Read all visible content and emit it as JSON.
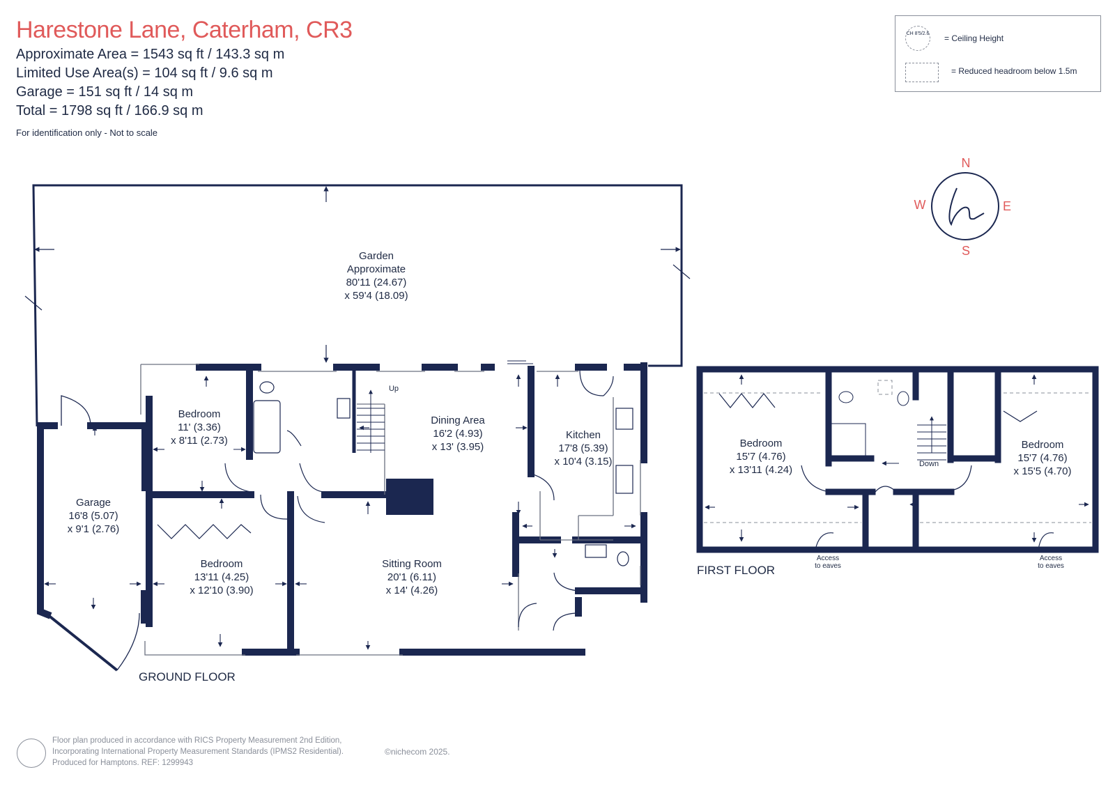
{
  "header": {
    "title": "Harestone Lane, Caterham, CR3",
    "approx_area": "Approximate Area = 1543 sq ft / 143.3 sq m",
    "limited_use": "Limited Use Area(s) = 104 sq ft / 9.6 sq m",
    "garage": "Garage = 151 sq ft / 14 sq m",
    "total": "Total = 1798 sq ft / 166.9 sq m",
    "note": "For identification only - Not to scale"
  },
  "legend": {
    "ch_badge": "CH 8'5/2.6",
    "ceiling_height": "= Ceiling Height",
    "reduced_headroom": "= Reduced headroom below 1.5m"
  },
  "compass": {
    "n": "N",
    "s": "S",
    "e": "E",
    "w": "W"
  },
  "rooms": {
    "garden": {
      "name": "Garden",
      "line2": "Approximate",
      "dim1": "80'11 (24.67)",
      "dim2": "x 59'4 (18.09)"
    },
    "garage": {
      "name": "Garage",
      "dim1": "16'8 (5.07)",
      "dim2": "x 9'1 (2.76)"
    },
    "bedroom1": {
      "name": "Bedroom",
      "dim1": "11' (3.36)",
      "dim2": "x 8'11 (2.73)"
    },
    "bedroom2": {
      "name": "Bedroom",
      "dim1": "13'11 (4.25)",
      "dim2": "x 12'10 (3.90)"
    },
    "dining": {
      "name": "Dining Area",
      "dim1": "16'2 (4.93)",
      "dim2": "x 13' (3.95)"
    },
    "kitchen": {
      "name": "Kitchen",
      "dim1": "17'8 (5.39)",
      "dim2": "x 10'4 (3.15)"
    },
    "sitting": {
      "name": "Sitting Room",
      "dim1": "20'1 (6.11)",
      "dim2": "x 14' (4.26)"
    },
    "ff_bed1": {
      "name": "Bedroom",
      "dim1": "15'7 (4.76)",
      "dim2": "x 13'11 (4.24)"
    },
    "ff_bed2": {
      "name": "Bedroom",
      "dim1": "15'7 (4.76)",
      "dim2": "x 15'5 (4.70)"
    }
  },
  "labels": {
    "up": "Up",
    "down": "Down",
    "ground_floor": "GROUND FLOOR",
    "first_floor": "FIRST FLOOR",
    "access1a": "Access",
    "access1b": "to eaves",
    "access2a": "Access",
    "access2b": "to eaves"
  },
  "footer": {
    "line1": "Floor plan produced in accordance with RICS Property Measurement 2nd Edition,",
    "line2": "Incorporating International Property Measurement Standards (IPMS2 Residential).",
    "line3": "Produced for Hamptons.   REF: 1299943",
    "copyright": "©nichecom 2025."
  },
  "colors": {
    "wall": "#1b2750",
    "title": "#e05a5a",
    "grey": "#8a8f9a"
  }
}
